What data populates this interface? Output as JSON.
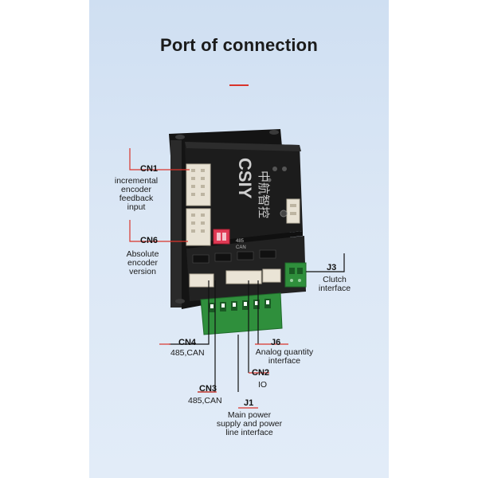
{
  "title": "Port of connection",
  "colors": {
    "panel_bg": "#d6e4f4",
    "accent_line": "#d9342b",
    "connector_green": "#2f8f3c",
    "device_black": "#1c1c1c"
  },
  "device": {
    "brand_mark": "中航智控",
    "model_text": "CSIY",
    "switch_labels": [
      "485",
      "CAN"
    ]
  },
  "ports": [
    {
      "code": "CN1",
      "description": "incremental\nencoder\nfeedback\ninput"
    },
    {
      "code": "CN6",
      "description": "Absolute\nencoder\nversion"
    },
    {
      "code": "J3",
      "description": "Clutch\ninterface"
    },
    {
      "code": "CN4",
      "description": "485,CAN"
    },
    {
      "code": "J6",
      "description": "Analog quantity\ninterface"
    },
    {
      "code": "CN2",
      "description": "IO"
    },
    {
      "code": "CN3",
      "description": "485,CAN"
    },
    {
      "code": "J1",
      "description": "Main power\nsupply and power\nline interface"
    }
  ]
}
